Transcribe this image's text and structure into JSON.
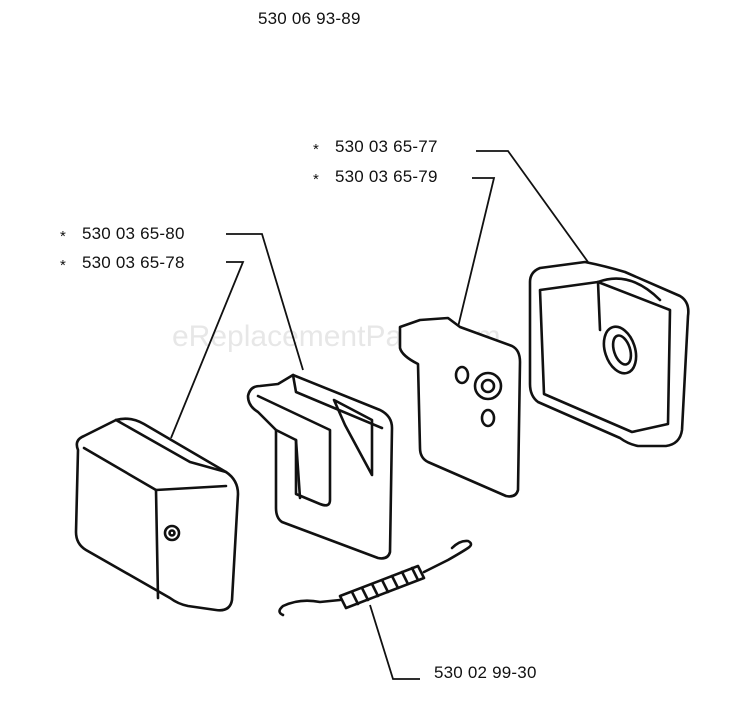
{
  "assembly_number": "530 06 93-89",
  "watermark": "eReplacementParts.com",
  "labels": [
    {
      "id": "cover-top",
      "star": "*",
      "text": "530 03 65-77"
    },
    {
      "id": "cover-bottom",
      "star": "*",
      "text": "530 03 65-79"
    },
    {
      "id": "plate-top",
      "star": "*",
      "text": "530 03 65-80"
    },
    {
      "id": "plate-bottom",
      "star": "*",
      "text": "530 03 65-78"
    },
    {
      "id": "spring",
      "star": "",
      "text": "530 02 99-30"
    }
  ]
}
